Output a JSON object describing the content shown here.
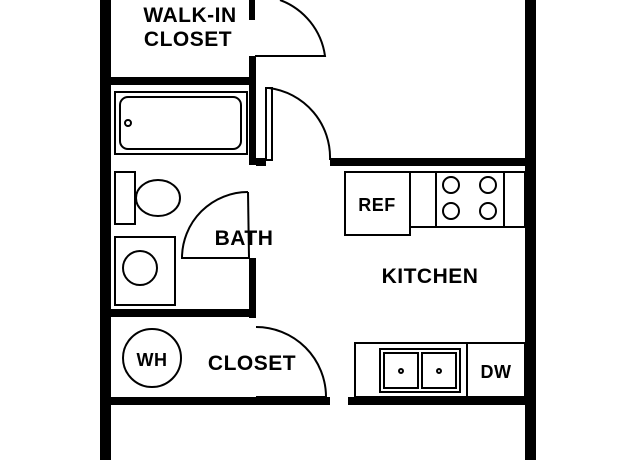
{
  "rooms": {
    "walk_in_closet_line1": "WALK-IN",
    "walk_in_closet_line2": "CLOSET",
    "bath": "BATH",
    "kitchen": "KITCHEN",
    "closet": "CLOSET"
  },
  "fixtures": {
    "refrigerator": "REF",
    "water_heater": "WH",
    "dishwasher": "DW"
  },
  "colors": {
    "wall": "#000000",
    "background": "#ffffff"
  }
}
